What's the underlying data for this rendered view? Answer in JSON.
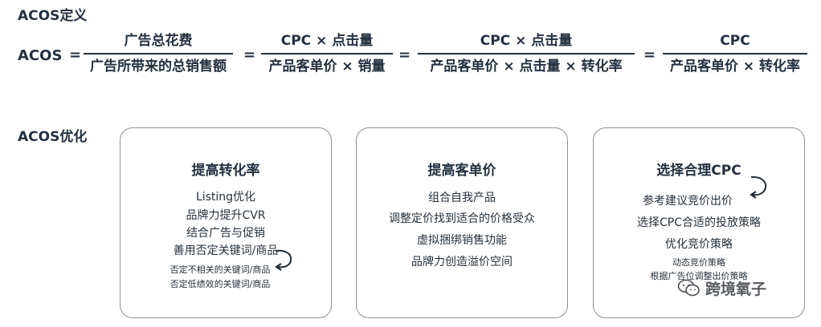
{
  "acos_def": {
    "heading": "ACOS定义",
    "lhs": "ACOS",
    "eq": "=",
    "fractions": [
      {
        "num": "广告总花费",
        "den": "广告所带来的总销售额"
      },
      {
        "num": "CPC × 点击量",
        "den": "产品客单价 × 销量"
      },
      {
        "num": "CPC × 点击量",
        "den": "产品客单价 × 点击量 × 转化率"
      },
      {
        "num": "CPC",
        "den": "产品客单价 × 转化率"
      }
    ]
  },
  "acos_opt": {
    "heading": "ACOS优化",
    "cards": [
      {
        "title": "提高转化率",
        "items": [
          "Listing优化",
          "品牌力提升CVR",
          "结合广告与促销",
          "善用否定关键词/商品"
        ],
        "subitems": [
          "否定不相关的关键词/商品",
          "否定低绩效的关键词/商品"
        ]
      },
      {
        "title": "提高客单价",
        "items": [
          "组合自我产品",
          "调整定价找到适合的价格受众",
          "虚拟捆绑销售功能",
          "品牌力创造溢价空间"
        ],
        "subitems": []
      },
      {
        "title": "选择合理CPC",
        "items": [
          "参考建议竞价出价",
          "选择CPC合适的投放策略",
          "优化竞价策略"
        ],
        "subitems": [
          "动态竞价策略",
          "根据广告位调整出价策略"
        ]
      }
    ]
  },
  "watermark": "跨境氧子"
}
